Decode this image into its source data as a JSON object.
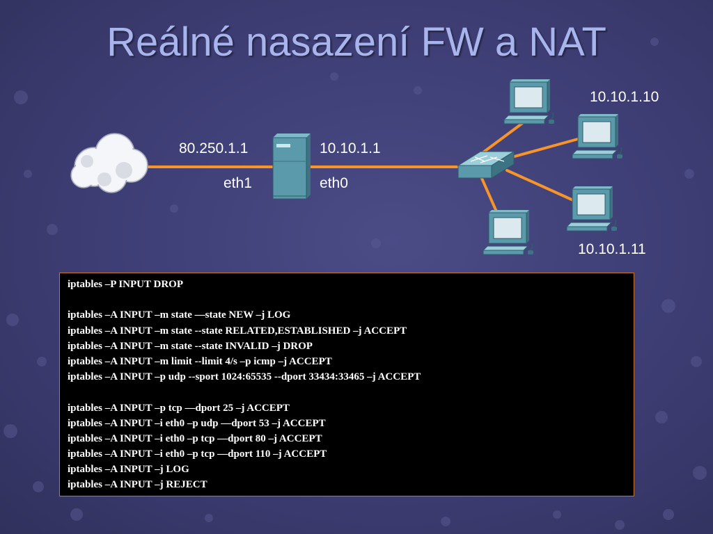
{
  "title": "Reálné nasazení FW a NAT",
  "colors": {
    "background": "#3d3d74",
    "title": "#a8b4ec",
    "link": "#f7942a",
    "device_teal": "#5a9aaa",
    "code_border": "#c7742e"
  },
  "diagram": {
    "nodes": [
      {
        "id": "internet",
        "icon": "cloud-icon"
      },
      {
        "id": "firewall",
        "icon": "server-icon"
      },
      {
        "id": "switch",
        "icon": "switch-icon"
      },
      {
        "id": "pc-top",
        "icon": "computer-icon"
      },
      {
        "id": "pc-right",
        "icon": "computer-icon"
      },
      {
        "id": "pc-right-low",
        "icon": "computer-icon"
      },
      {
        "id": "pc-bottom",
        "icon": "computer-icon"
      }
    ],
    "links": [
      [
        "internet",
        "firewall"
      ],
      [
        "firewall",
        "switch"
      ],
      [
        "switch",
        "pc-top"
      ],
      [
        "switch",
        "pc-right"
      ],
      [
        "switch",
        "pc-right-low"
      ],
      [
        "switch",
        "pc-bottom"
      ]
    ],
    "labels": {
      "fw_external_ip": "80.250.1.1",
      "fw_external_if": "eth1",
      "fw_internal_ip": "10.10.1.1",
      "fw_internal_if": "eth0",
      "host_a_ip": "10.10.1.10",
      "host_b_ip": "10.10.1.11"
    }
  },
  "code": {
    "lines": [
      "iptables –P INPUT DROP",
      "",
      "iptables –A INPUT –m state ––state NEW –j LOG",
      "iptables –A INPUT –m state --state RELATED,ESTABLISHED –j ACCEPT",
      "iptables –A INPUT –m state --state INVALID –j DROP",
      "iptables –A INPUT –m limit --limit 4/s –p icmp –j ACCEPT",
      "iptables –A INPUT –p udp --sport 1024:65535 --dport 33434:33465 –j ACCEPT",
      "",
      "iptables –A INPUT –p tcp ––dport 25 –j ACCEPT",
      "iptables –A INPUT –i eth0 –p udp ––dport 53 –j ACCEPT",
      "iptables –A INPUT –i eth0 –p tcp ––dport 80 –j ACCEPT",
      "iptables –A INPUT –i eth0 –p tcp ––dport 110 –j ACCEPT",
      "iptables –A INPUT –j LOG",
      "iptables –A INPUT –j REJECT"
    ]
  }
}
